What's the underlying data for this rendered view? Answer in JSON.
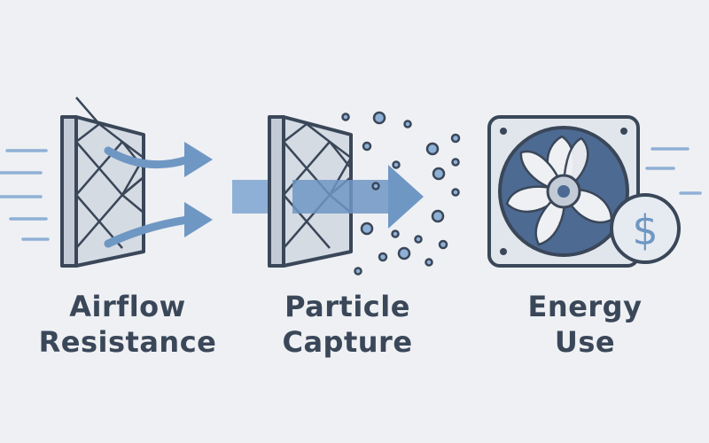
{
  "panels": {
    "airflow": {
      "line1": "Airflow",
      "line2": "Resistance"
    },
    "particle": {
      "line1": "Particle",
      "line2": "Capture"
    },
    "energy": {
      "line1": "Energy",
      "line2": "Use",
      "currency_symbol": "$"
    }
  },
  "colors": {
    "background": "#eef0f3",
    "outline": "#3a4759",
    "filter_fill": "#d5dbe3",
    "accent_blue": "#6f97c4",
    "light_blue": "#8fb0d6",
    "fan_blue": "#4d6a92",
    "coin_blue": "#6f97c4"
  },
  "icons": [
    "air-filter-icon",
    "airflow-arrow-icon",
    "particle-dots-icon",
    "fan-icon",
    "dollar-coin-icon"
  ]
}
